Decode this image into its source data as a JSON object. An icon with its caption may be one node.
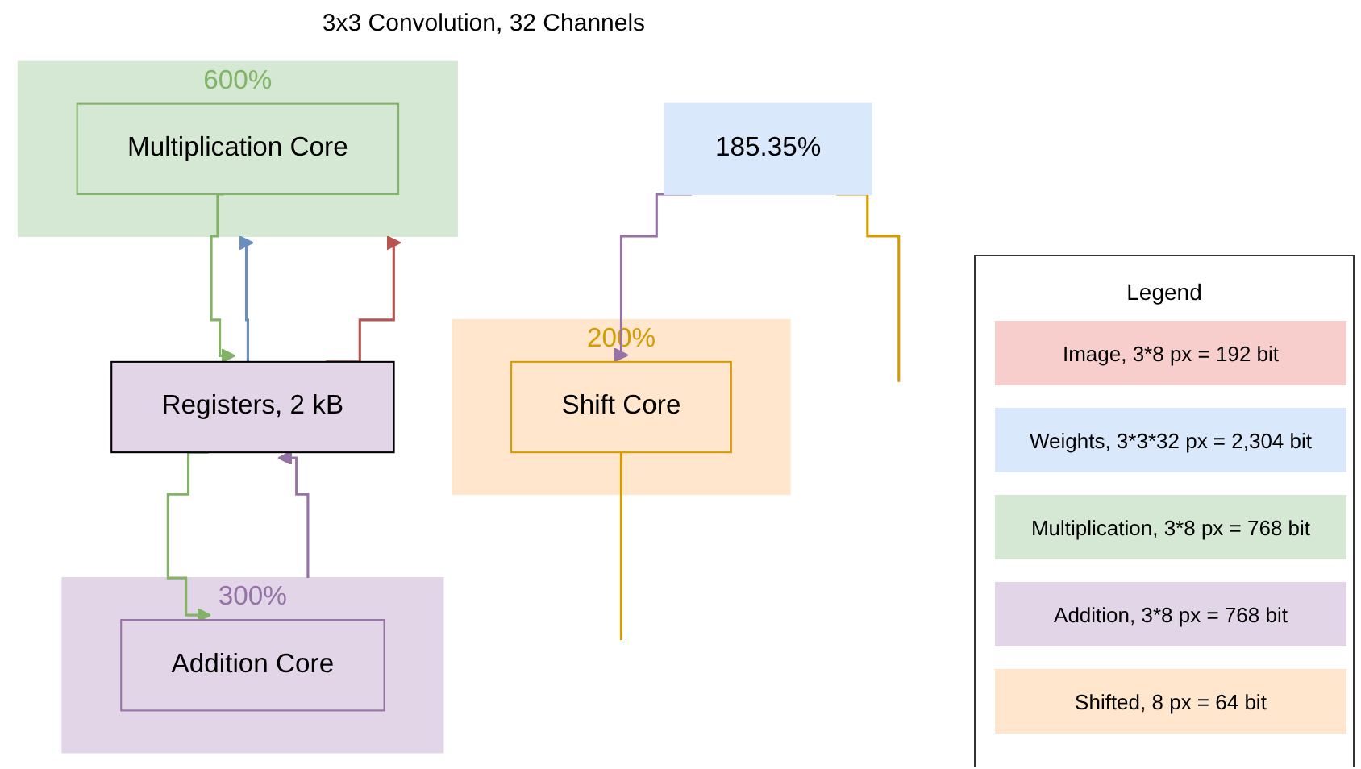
{
  "diagram": {
    "title": "3x3 Convolution, 32 Channels",
    "nodes": [
      {
        "text": [
          "600%"
        ]
      },
      {
        "text": [
          "Multiplication Core"
        ],
        "in": 0
      },
      {
        "text": [
          "Registers, 2 kB"
        ]
      },
      {
        "text": [
          "185.35%"
        ]
      },
      {
        "text": [
          "300%"
        ]
      },
      {
        "text": [
          "Addition Core"
        ],
        "in": 4
      },
      {
        "text": [
          "200%"
        ]
      },
      {
        "text": [
          "Shift Core"
        ],
        "in": 6
      }
    ],
    "edges": [
      {
        "from": 2,
        "to": 0,
        "arrow": "to",
        "color": "#6c8ebf"
      },
      {
        "from": 2,
        "to": 0,
        "arrow": "to",
        "color": "#b85450"
      },
      {
        "from": 1,
        "to": 2,
        "arrow": "to",
        "color": "#82b366"
      },
      {
        "from": 2,
        "to": 5,
        "arrow": "to",
        "color": "#82b366"
      },
      {
        "from": 4,
        "to": 2,
        "arrow": "to",
        "color": "#9673a6"
      },
      {
        "from": 3,
        "to": 7,
        "arrow": "to",
        "color": "#9673a6"
      },
      {
        "from": 3,
        "to": null,
        "arrow": "none",
        "color": "#d79b00"
      },
      {
        "from": 7,
        "to": null,
        "arrow": "none",
        "color": "#d79b00"
      }
    ],
    "labels": [
      "Legend"
    ],
    "legend": [
      {
        "text": "Image, 3*8 px = 192 bit",
        "color": "#f8cecc"
      },
      {
        "text": "Weights, 3*3*32 px = 2,304 bit",
        "color": "#dae8fc"
      },
      {
        "text": "Multiplication, 3*8 px = 768 bit",
        "color": "#d5e8d4"
      },
      {
        "text": "Addition, 3*8 px = 768 bit",
        "color": "#e1d5e7"
      },
      {
        "text": "Shifted, 8 px = 64 bit",
        "color": "#ffe6cc"
      }
    ]
  }
}
